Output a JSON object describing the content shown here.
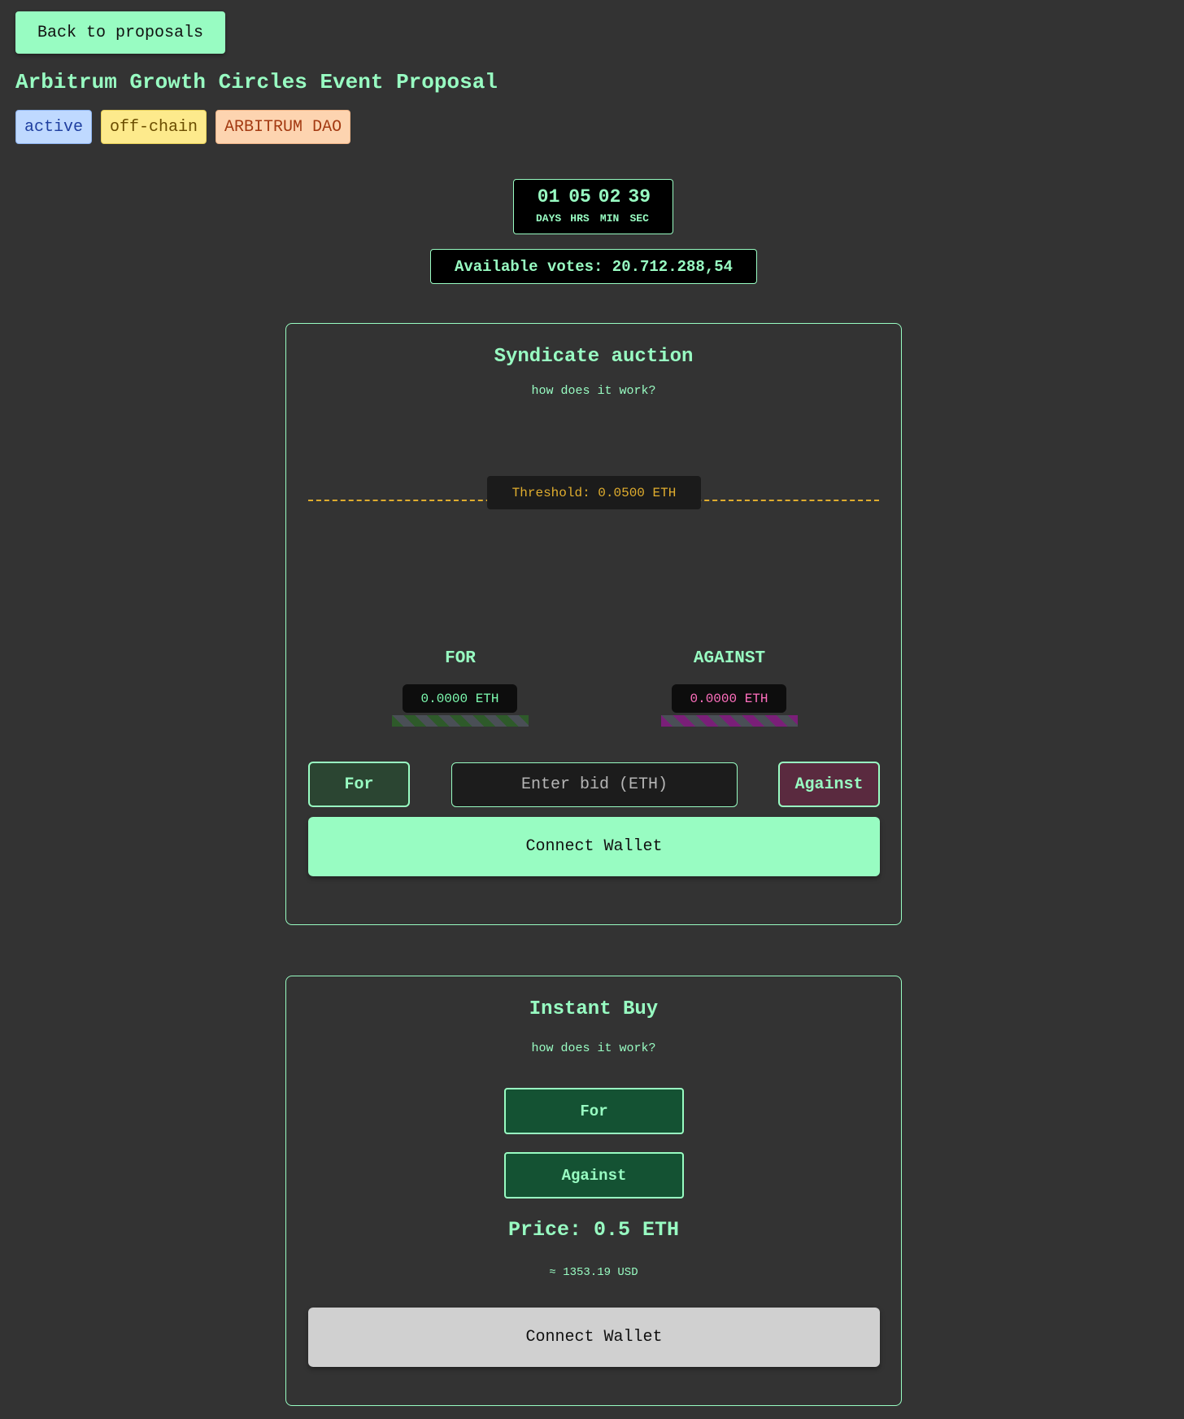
{
  "header": {
    "back_label": "Back to proposals",
    "title": "Arbitrum Growth Circles Event Proposal",
    "tags": [
      "active",
      "off-chain",
      "ARBITRUM DAO"
    ]
  },
  "countdown": {
    "days": "01",
    "hours": "05",
    "minutes": "02",
    "seconds": "39",
    "labels": {
      "days": "DAYS",
      "hours": "HRS",
      "minutes": "MIN",
      "seconds": "SEC"
    }
  },
  "available_votes": "Available votes: 20.712.288,54",
  "syndicate": {
    "title": "Syndicate auction",
    "how_link": "how does it work?",
    "threshold": "Threshold: 0.0500 ETH",
    "for_heading": "FOR",
    "against_heading": "AGAINST",
    "for_amount": "0.0000 ETH",
    "against_amount": "0.0000 ETH",
    "for_button": "For",
    "against_button": "Against",
    "bid_placeholder": "Enter bid (ETH)",
    "connect_label": "Connect Wallet"
  },
  "instant_buy": {
    "title": "Instant Buy",
    "how_link": "how does it work?",
    "for_button": "For",
    "against_button": "Against",
    "price": "Price: 0.5 ETH",
    "usd": "≈ 1353.19 USD",
    "connect_label": "Connect Wallet"
  },
  "colors": {
    "background": "#333333",
    "accent": "#98fcc2",
    "threshold": "#e0ad2e",
    "against_pink": "#ff6fbe"
  }
}
